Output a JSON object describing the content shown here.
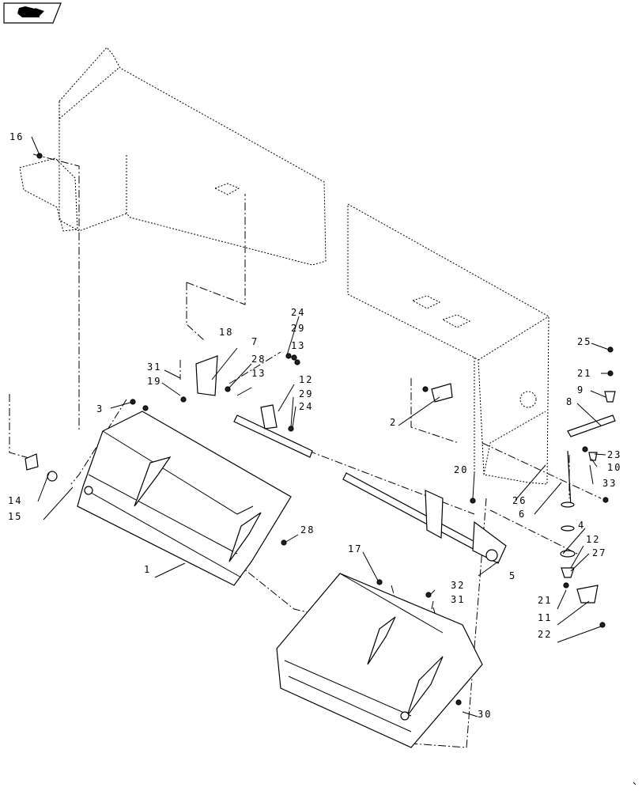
{
  "toolbar": {
    "icon": "book-page-icon"
  },
  "callouts": [
    {
      "id": "c16",
      "text": "16"
    },
    {
      "id": "c18",
      "text": "18"
    },
    {
      "id": "c7",
      "text": "7"
    },
    {
      "id": "c31a",
      "text": "31"
    },
    {
      "id": "c19",
      "text": "19"
    },
    {
      "id": "c3",
      "text": "3"
    },
    {
      "id": "c28a",
      "text": "28"
    },
    {
      "id": "c13a",
      "text": "13"
    },
    {
      "id": "c24a",
      "text": "24"
    },
    {
      "id": "c29a",
      "text": "29"
    },
    {
      "id": "c13b",
      "text": "13"
    },
    {
      "id": "c12a",
      "text": "12"
    },
    {
      "id": "c29b",
      "text": "29"
    },
    {
      "id": "c24b",
      "text": "24"
    },
    {
      "id": "c2",
      "text": "2"
    },
    {
      "id": "c14",
      "text": "14"
    },
    {
      "id": "c15",
      "text": "15"
    },
    {
      "id": "c28b",
      "text": "28"
    },
    {
      "id": "c1",
      "text": "1"
    },
    {
      "id": "c25",
      "text": "25"
    },
    {
      "id": "c21a",
      "text": "21"
    },
    {
      "id": "c9",
      "text": "9"
    },
    {
      "id": "c8",
      "text": "8"
    },
    {
      "id": "c23",
      "text": "23"
    },
    {
      "id": "c10",
      "text": "10"
    },
    {
      "id": "c33",
      "text": "33"
    },
    {
      "id": "c20",
      "text": "20"
    },
    {
      "id": "c26",
      "text": "26"
    },
    {
      "id": "c6",
      "text": "6"
    },
    {
      "id": "c4",
      "text": "4"
    },
    {
      "id": "c12b",
      "text": "12"
    },
    {
      "id": "c27",
      "text": "27"
    },
    {
      "id": "c5",
      "text": "5"
    },
    {
      "id": "c21b",
      "text": "21"
    },
    {
      "id": "c11",
      "text": "11"
    },
    {
      "id": "c22",
      "text": "22"
    },
    {
      "id": "c17",
      "text": "17"
    },
    {
      "id": "c32",
      "text": "32"
    },
    {
      "id": "c31b",
      "text": "31"
    },
    {
      "id": "c30",
      "text": "30"
    }
  ]
}
